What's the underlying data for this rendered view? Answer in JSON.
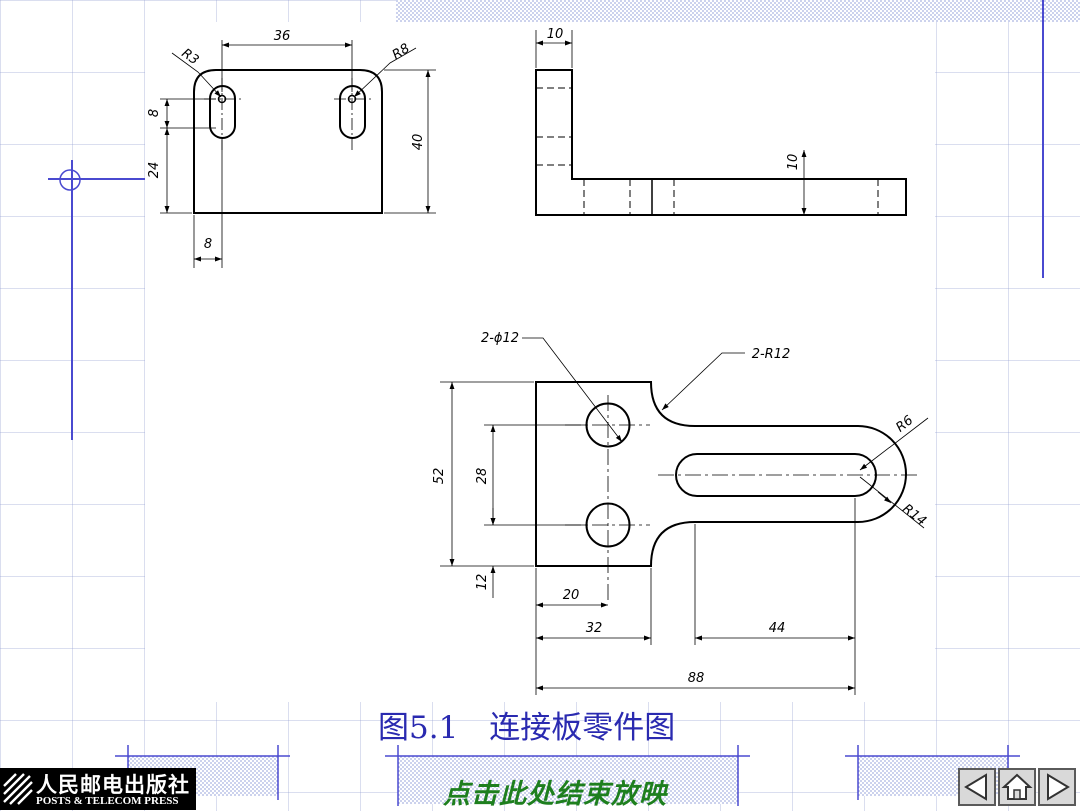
{
  "caption": "图5.1　连接板零件图",
  "logo": {
    "name_cn": "人民邮电出版社",
    "name_en": "POSTS & TELECOM PRESS"
  },
  "end_show_label": "点击此处结束放映",
  "navigation": {
    "icons": [
      "previous-slide-icon",
      "home-icon",
      "next-slide-icon"
    ]
  },
  "dimensions": {
    "front_view": {
      "width": "36",
      "height": "40",
      "slot_top": "8",
      "slot_bottom": "24",
      "left_offset": "8",
      "corner_radius": "R3",
      "slot_radius": "R8"
    },
    "side_view": {
      "plate_thickness": "10",
      "base_thickness": "10"
    },
    "top_view": {
      "hole_callout": "2-ϕ12",
      "fillet_callout": "2-R12",
      "slot_end_radius": "R6",
      "outer_radius": "R14",
      "total_width": "52",
      "hole_spacing": "28",
      "edge_offset": "12",
      "hole_offset": "20",
      "neck_offset": "32",
      "slot_length": "44",
      "total_length": "88"
    }
  },
  "colors": {
    "caption": "#2a2ab0",
    "end_show": "#1e7f1e",
    "outline": "#000000",
    "frame": "#4a4ad0"
  }
}
